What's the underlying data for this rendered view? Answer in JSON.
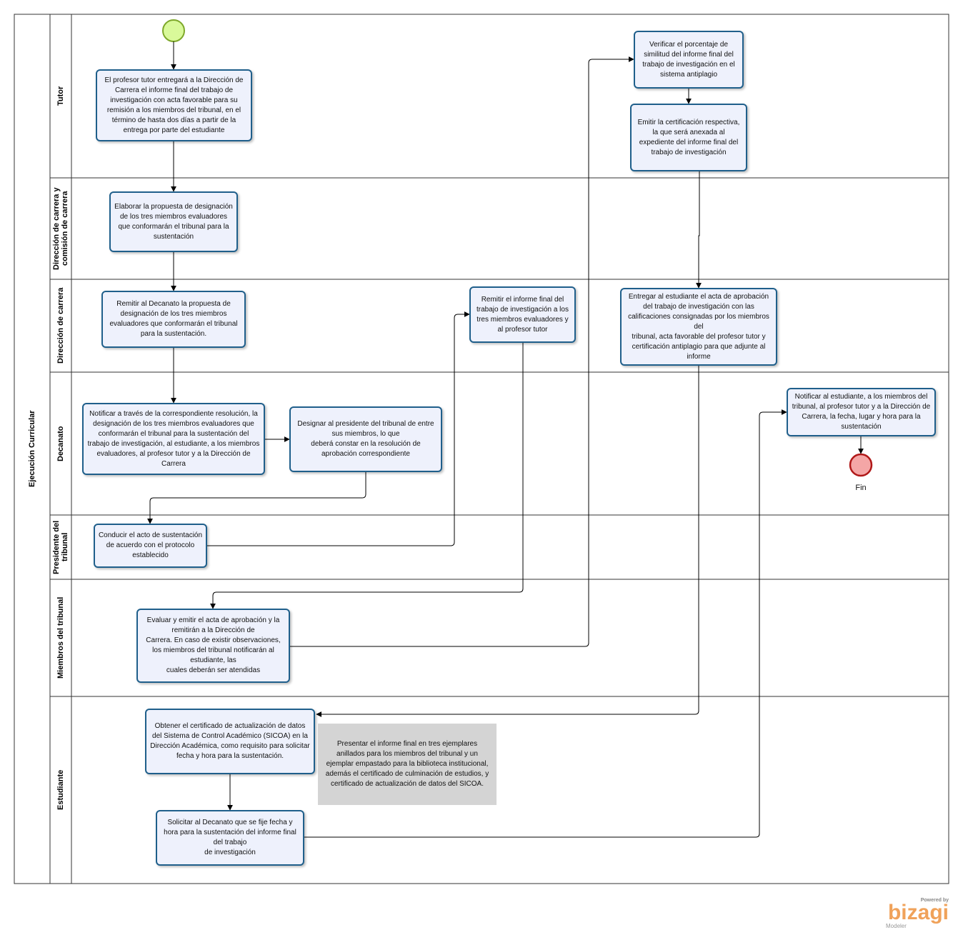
{
  "pool": {
    "name": "Ejecución Curricular"
  },
  "lanes": [
    {
      "id": "tutor",
      "name": "Tutor"
    },
    {
      "id": "direccion_comision",
      "name": "Dirección de carrera y comisión de carrera"
    },
    {
      "id": "direccion",
      "name": "Dirección de carrera"
    },
    {
      "id": "decanato",
      "name": "Decanato"
    },
    {
      "id": "presidente",
      "name": "Presidente del tribunal"
    },
    {
      "id": "miembros",
      "name": "Miembros del tribunal"
    },
    {
      "id": "estudiante",
      "name": "Estudiante"
    }
  ],
  "tasks": {
    "t1": "El profesor tutor entregará a la Dirección de Carrera el informe final del trabajo de investigación con acta favorable para su remisión a los miembros del tribunal, en el término de hasta dos días  a partir de la entrega por parte del estudiante",
    "t2": "Elaborar la propuesta de designación de los tres miembros evaluadores que conformarán el tribunal para la sustentación",
    "t3": "Remitir al Decanato la propuesta de designación de los tres miembros evaluadores que conformarán el tribunal para la sustentación.",
    "t4": "Notificar  a través de la correspondiente resolución, la designación de los tres miembros evaluadores que conformarán el tribunal para la sustentación del trabajo de investigación, al estudiante, a los miembros evaluadores, al profesor tutor y a la Dirección de Carrera",
    "t5": "Designar al presidente del tribunal de entre sus miembros, lo que\ndeberá constar en la resolución de aprobación correspondiente",
    "t6": "Conducir el acto de sustentación de acuerdo con el protocolo establecido",
    "t7": "Remitir el informe final del trabajo de investigación a los tres miembros evaluadores y al profesor tutor",
    "t8": "Evaluar y emitir el acta de aprobación y la remitirán a la Dirección de\nCarrera. En caso de existir observaciones, los miembros del tribunal notificarán al estudiante, las\ncuales deberán ser atendidas",
    "t9": "Verificar el porcentaje de similitud del informe final del trabajo de investigación en el sistema antiplagio",
    "t10": "Emitir la certificación respectiva, la que será anexada al expediente del informe final del trabajo de investigación",
    "t11": "Entregar al estudiante el acta de aprobación del trabajo de investigación con las calificaciones consignadas por los miembros del\ntribunal, acta favorable del profesor tutor y certificación antiplagio para que adjunte al informe",
    "t12": "Obtener el certificado de actualización de datos del Sistema de Control Académico (SICOA) en la Dirección Académica, como requisito para solicitar fecha y hora para la sustentación.",
    "t13": "Solicitar al Decanato que se fije fecha y hora para la sustentación del informe final del trabajo\nde investigación",
    "t14": "Notificar al estudiante, a los miembros del tribunal, al profesor tutor y a la Dirección de Carrera, la fecha, lugar y hora para la sustentación"
  },
  "annotation": "Presentar el informe final en tres ejemplares anillados para los miembros del tribunal y un ejemplar empastado para la biblioteca institucional, además el certificado de culminación de estudios, y certificado de actualización de datos del SICOA.",
  "end_event_label": "Fin",
  "brand": {
    "powered": "Powered by",
    "name": "bizagi",
    "sub": "Modeler"
  },
  "colors": {
    "task_fill": "#eef1fc",
    "task_border": "#1f5f8b",
    "start_fill": "#d9f99a",
    "start_stroke": "#7ea82a",
    "end_fill": "#f4a6a6",
    "end_stroke": "#b01818",
    "annotation_fill": "#d4d4d4"
  }
}
